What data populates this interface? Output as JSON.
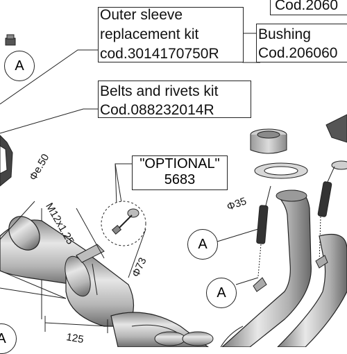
{
  "kits": {
    "outer_sleeve": {
      "line1": "Outer sleeve",
      "line2": "replacement kit",
      "line3": "cod.3014170750R"
    },
    "belts": {
      "line1": "Belts and rivets kit",
      "line2": "Cod.088232014R"
    },
    "top_right_code": "Cod.2060",
    "bushing": {
      "line1": "Bushing",
      "line2": "Cod.206060"
    }
  },
  "optional": {
    "line1": "\"OPTIONAL\"",
    "line2": "5683"
  },
  "dimensions": {
    "phi_e50": "Φe.50",
    "m12": "M12x1.25",
    "phi73": "Φ73",
    "d125": "125",
    "phi35": "Φ35"
  },
  "callouts": [
    "A",
    "A",
    "A",
    "A"
  ],
  "colors": {
    "line": "#222222",
    "metal_light": "#d9d9d9",
    "metal_mid": "#a6a6a6",
    "metal_dark": "#6f6f6f"
  }
}
